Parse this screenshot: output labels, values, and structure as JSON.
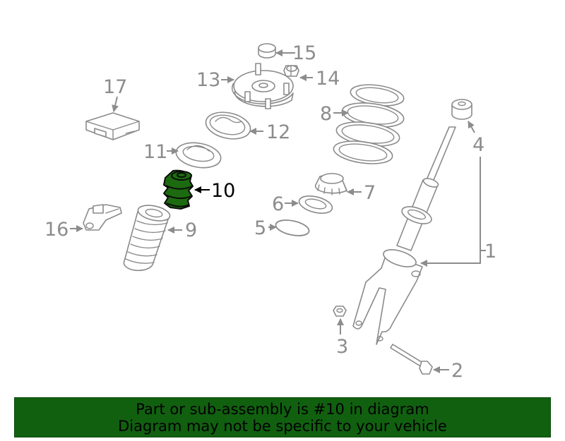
{
  "diagram": {
    "highlight_color": "#1d6b10",
    "highlighted_part": "10",
    "callouts": {
      "c1": "1",
      "c2": "2",
      "c3": "3",
      "c4": "4",
      "c5": "5",
      "c6": "6",
      "c7": "7",
      "c8": "8",
      "c9": "9",
      "c10": "10",
      "c11": "11",
      "c12": "12",
      "c13": "13",
      "c14": "14",
      "c15": "15",
      "c16": "16",
      "c17": "17"
    }
  },
  "banner": {
    "background": "#116010",
    "line1": "Part or sub-assembly is #10 in diagram",
    "line2": "Diagram may not be specific to your vehicle"
  }
}
